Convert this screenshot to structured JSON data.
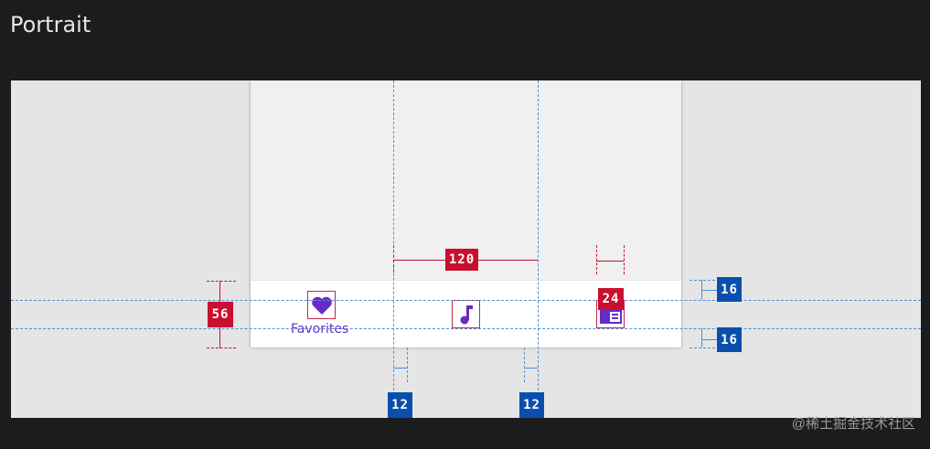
{
  "title": "Portrait",
  "nav": {
    "items": [
      {
        "label": "Favorites",
        "icon": "heart-icon"
      },
      {
        "label": "",
        "icon": "music-note-icon"
      },
      {
        "label": "",
        "icon": "news-icon"
      }
    ]
  },
  "specs": {
    "item_width": "120",
    "icon_size": "24",
    "bar_height": "56",
    "top_padding": "16",
    "bottom_padding": "16",
    "side_padding_left": "12",
    "side_padding_right": "12"
  },
  "colors": {
    "accent": "#6a2ac8",
    "spec_red": "#c8102e",
    "spec_blue": "#0b4fae",
    "guide": "#4d8fd6"
  },
  "watermark": "@稀土掘金技术社区"
}
